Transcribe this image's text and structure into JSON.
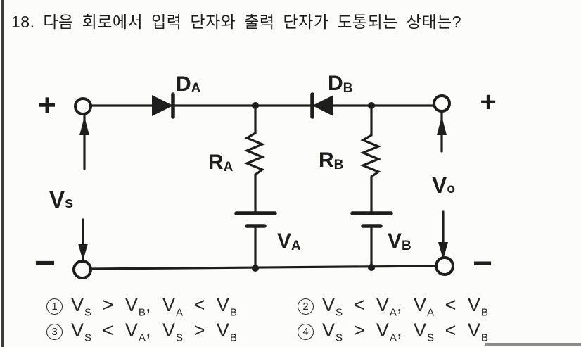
{
  "colors": {
    "ink": "#1e1e1e",
    "paper": "#fcfcfa",
    "rule": "#8a8a8a"
  },
  "question": {
    "title": "18. 다음 회로에서 입력 단자와 출력 단자가 도통되는 상태는?"
  },
  "circuit": {
    "labels": {
      "diode_a": {
        "main": "D",
        "sub": "A"
      },
      "diode_b": {
        "main": "D",
        "sub": "B"
      },
      "resistor_a": {
        "main": "R",
        "sub": "A"
      },
      "resistor_b": {
        "main": "R",
        "sub": "B"
      },
      "source": {
        "main": "V",
        "sub": "s"
      },
      "battery_a": {
        "main": "V",
        "sub": "A"
      },
      "battery_b": {
        "main": "V",
        "sub": "B"
      },
      "output": {
        "main": "V",
        "sub": "o"
      }
    },
    "polarity": {
      "input_plus": "+",
      "input_minus": "−",
      "output_plus": "+",
      "output_minus": "−"
    }
  },
  "options": [
    {
      "num": "1",
      "parts": [
        {
          "t": "V",
          "s": "S"
        },
        {
          "t": " > "
        },
        {
          "t": "V",
          "s": "B"
        },
        {
          "t": ", "
        },
        {
          "t": "V",
          "s": "A"
        },
        {
          "t": " < "
        },
        {
          "t": "V",
          "s": "B"
        }
      ]
    },
    {
      "num": "2",
      "parts": [
        {
          "t": "V",
          "s": "S"
        },
        {
          "t": " < "
        },
        {
          "t": "V",
          "s": "A"
        },
        {
          "t": ", "
        },
        {
          "t": "V",
          "s": "A"
        },
        {
          "t": " < "
        },
        {
          "t": "V",
          "s": "B"
        }
      ]
    },
    {
      "num": "3",
      "parts": [
        {
          "t": "V",
          "s": "S"
        },
        {
          "t": " < "
        },
        {
          "t": "V",
          "s": "A"
        },
        {
          "t": ", "
        },
        {
          "t": "V",
          "s": "S"
        },
        {
          "t": " > "
        },
        {
          "t": "V",
          "s": "B"
        }
      ]
    },
    {
      "num": "4",
      "parts": [
        {
          "t": "V",
          "s": "S"
        },
        {
          "t": " > "
        },
        {
          "t": "V",
          "s": "A"
        },
        {
          "t": ", "
        },
        {
          "t": "V",
          "s": "S"
        },
        {
          "t": " < "
        },
        {
          "t": "V",
          "s": "B"
        }
      ]
    }
  ]
}
